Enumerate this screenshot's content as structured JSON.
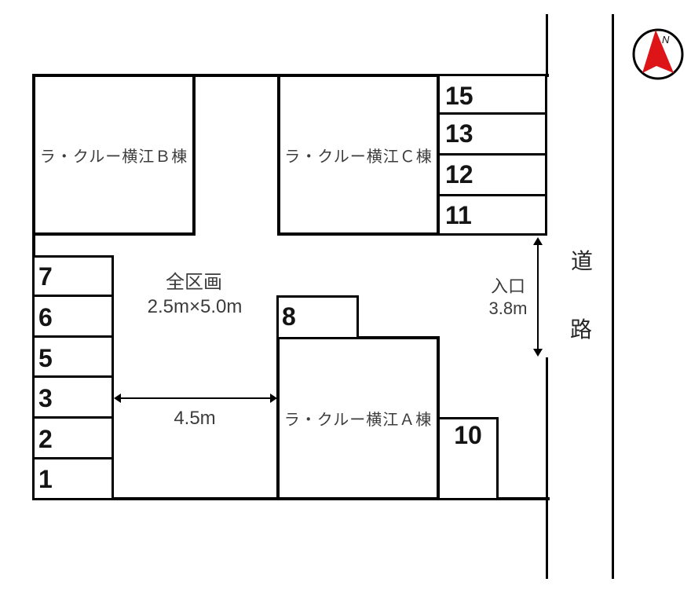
{
  "buildings": {
    "b": "ラ・クルー横江Ｂ棟",
    "c": "ラ・クルー横江Ｃ棟",
    "a": "ラ・クルー横江Ａ棟"
  },
  "lots": {
    "left": [
      "7",
      "6",
      "5",
      "3",
      "2",
      "1"
    ],
    "right": [
      "15",
      "13",
      "12",
      "11"
    ],
    "lot8": "8",
    "lot10": "10"
  },
  "dimensions": {
    "all_lots": "全区画",
    "lot_size": "2.5m×5.0m",
    "aisle_width": "4.5m",
    "entrance": "入口",
    "entrance_width": "3.8m"
  },
  "road": {
    "char1": "道",
    "char2": "路"
  },
  "compass": {
    "north": "N",
    "needle_color": "#dd1518"
  },
  "colors": {
    "line": "#000000",
    "text": "#3c3c3c"
  }
}
